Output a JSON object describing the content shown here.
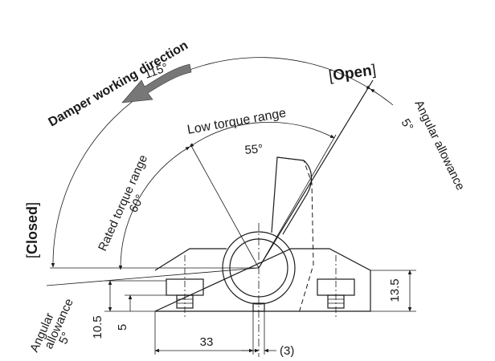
{
  "labels": {
    "damper_direction": "Damper working direction",
    "angle_115": "115°",
    "open": "Open",
    "angular_allowance_right": "Angular allowance",
    "angle_5_right": "5°",
    "low_torque_range": "Low torque range",
    "angle_55": "55°",
    "rated_torque_range": "Rated torque range",
    "angle_60": "60°",
    "closed": "Closed",
    "angular_allowance_left_1": "Angular",
    "angular_allowance_left_2": "allowance",
    "angle_5_left": "5°",
    "dim_13_5": "13.5",
    "dim_10_5": "10.5",
    "dim_5": "5",
    "dim_33": "33",
    "dim_3": "(3)"
  }
}
